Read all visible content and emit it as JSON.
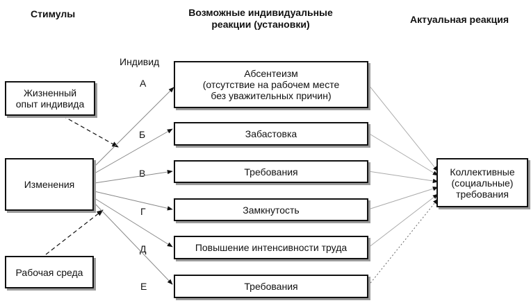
{
  "headers": {
    "stimuli": "Стимулы",
    "reactions": "Возможные индивидуальные\nреакции (установки)",
    "actual": "Актуальная реакция"
  },
  "individual_label": "Индивид",
  "stimuli_boxes": {
    "life_experience": "Жизненный\nопыт индивида",
    "changes": "Изменения",
    "work_environment": "Рабочая среда"
  },
  "reactions": [
    {
      "letter": "А",
      "text": "Абсентеизм\n(отсутствие на рабочем месте\nбез уважительных причин)"
    },
    {
      "letter": "Б",
      "text": "Забастовка"
    },
    {
      "letter": "В",
      "text": "Требования"
    },
    {
      "letter": "Г",
      "text": "Замкнутость"
    },
    {
      "letter": "Д",
      "text": "Повышение интенсивности труда"
    },
    {
      "letter": "Е",
      "text": "Требования"
    }
  ],
  "outcome": "Коллективные\n(социальные)\nтребования",
  "colors": {
    "line": "#111111",
    "arrow_light": "#777777",
    "shadow": "#9a9a9a"
  }
}
